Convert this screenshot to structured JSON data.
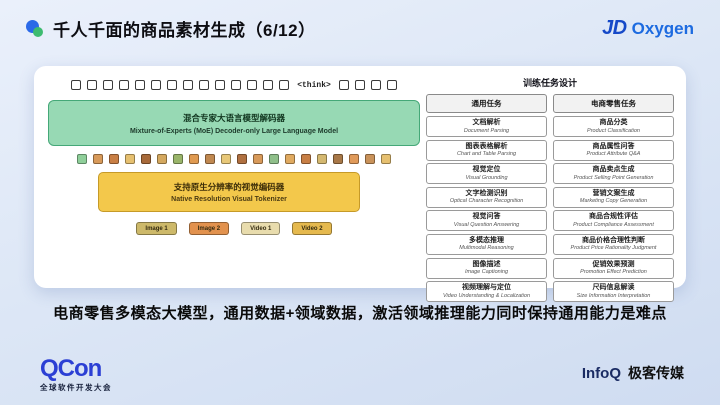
{
  "header": {
    "title": "千人千面的商品素材生成（6/12）",
    "brand_jd": "JD",
    "brand_oxygen": "Oxygen"
  },
  "diagram": {
    "think_token": "<think>",
    "top_tokens_before": 14,
    "top_tokens_after": 4,
    "moe": {
      "zh": "混合专家大语言模型解码器",
      "en": "Mixture-of-Experts (MoE) Decoder-only Large Language Model"
    },
    "mid_token_colors": [
      "#8fcf9a",
      "#d89a5a",
      "#c97f45",
      "#e6c070",
      "#a86a3a",
      "#d4a85f",
      "#9ab56a",
      "#e09a50",
      "#c08850",
      "#e8c878",
      "#b07040",
      "#d89a5a",
      "#8fbf8a",
      "#e0aa60",
      "#c87f45",
      "#d4b870",
      "#a87848",
      "#e09a5a",
      "#c9925a",
      "#e6c070"
    ],
    "tokenizer": {
      "zh": "支持原生分辨率的视觉编码器",
      "en": "Native Resolution Visual Tokenizer"
    },
    "inputs": [
      {
        "label": "Image 1",
        "color": "#cdb96a"
      },
      {
        "label": "Image 2",
        "color": "#e2924e"
      },
      {
        "label": "Video 1",
        "color": "#e8dcad"
      },
      {
        "label": "Video 2",
        "color": "#e5b94e"
      }
    ]
  },
  "tasks": {
    "header": "训练任务设计",
    "columns": [
      {
        "title": "通用任务",
        "items": [
          {
            "zh": "文档解析",
            "en": "Document Parsing"
          },
          {
            "zh": "图表表格解析",
            "en": "Chart and Table Parsing"
          },
          {
            "zh": "视觉定位",
            "en": "Visual Grounding"
          },
          {
            "zh": "文字检测识别",
            "en": "Optical Character Recognition"
          },
          {
            "zh": "视觉问答",
            "en": "Visual Question Answering"
          },
          {
            "zh": "多模态推理",
            "en": "Multimodal Reasoning"
          },
          {
            "zh": "图像描述",
            "en": "Image Captioning"
          },
          {
            "zh": "视频理解与定位",
            "en": "Video Understanding & Localization"
          }
        ]
      },
      {
        "title": "电商零售任务",
        "items": [
          {
            "zh": "商品分类",
            "en": "Product Classification"
          },
          {
            "zh": "商品属性问答",
            "en": "Product Attribute Q&A"
          },
          {
            "zh": "商品卖点生成",
            "en": "Product Selling Point Generation"
          },
          {
            "zh": "营销文案生成",
            "en": "Marketing Copy Generation"
          },
          {
            "zh": "商品合规性评估",
            "en": "Product Compliance Assessment"
          },
          {
            "zh": "商品价格合理性判断",
            "en": "Product Price Rationality Judgment"
          },
          {
            "zh": "促销效果预测",
            "en": "Promotion Effect Prediction"
          },
          {
            "zh": "尺码信息解读",
            "en": "Size Information Interpretation"
          }
        ]
      }
    ]
  },
  "slogan": "电商零售多模态大模型，通用数据+领域数据，激活领域推理能力同时保持通用能力是难点",
  "footer": {
    "qcon": "QCon",
    "qcon_sub": "全球软件开发大会",
    "infoq": "InfoQ",
    "media": "极客传媒"
  }
}
